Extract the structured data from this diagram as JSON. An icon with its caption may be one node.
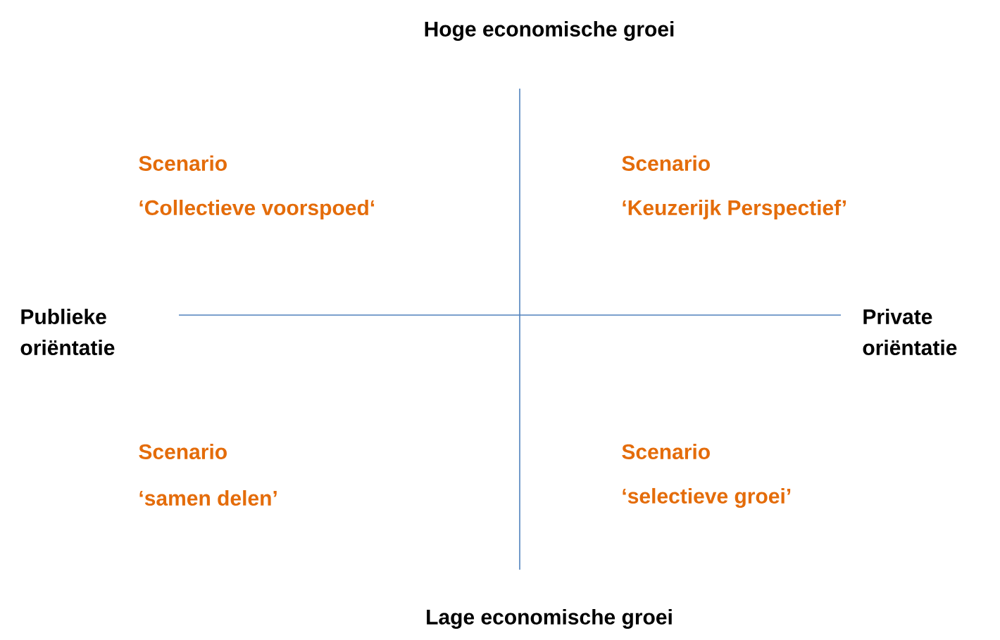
{
  "diagram": {
    "labels": [
      "Hoge economische groei",
      "Scenario",
      "‘Collectieve voorspoed‘",
      "Scenario",
      "‘Keuzerijk Perspectief’",
      "Publieke oriëntatie",
      "Private oriëntatie",
      "Scenario",
      "‘samen delen’",
      "Scenario",
      "‘selectieve groei’",
      "Lage economische groei"
    ]
  }
}
